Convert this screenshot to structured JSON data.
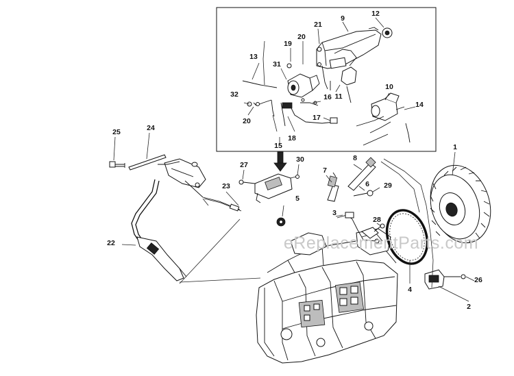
{
  "watermark": "eReplacementParts.com",
  "callouts": [
    {
      "key": "c1",
      "text": "1"
    },
    {
      "key": "c2",
      "text": "2"
    },
    {
      "key": "c3",
      "text": "3"
    },
    {
      "key": "c4",
      "text": "4"
    },
    {
      "key": "c5",
      "text": "5"
    },
    {
      "key": "c6",
      "text": "6"
    },
    {
      "key": "c7",
      "text": "7"
    },
    {
      "key": "c8",
      "text": "8"
    },
    {
      "key": "c9",
      "text": "9"
    },
    {
      "key": "c10",
      "text": "10"
    },
    {
      "key": "c11",
      "text": "11"
    },
    {
      "key": "c12",
      "text": "12"
    },
    {
      "key": "c13",
      "text": "13"
    },
    {
      "key": "c14",
      "text": "14"
    },
    {
      "key": "c15",
      "text": "15"
    },
    {
      "key": "c16",
      "text": "16"
    },
    {
      "key": "c17",
      "text": "17"
    },
    {
      "key": "c18",
      "text": "18"
    },
    {
      "key": "c19",
      "text": "19"
    },
    {
      "key": "c20a",
      "text": "20"
    },
    {
      "key": "c20b",
      "text": "20"
    },
    {
      "key": "c21",
      "text": "21"
    },
    {
      "key": "c22",
      "text": "22"
    },
    {
      "key": "c23",
      "text": "23"
    },
    {
      "key": "c24",
      "text": "24"
    },
    {
      "key": "c25",
      "text": "25"
    },
    {
      "key": "c26",
      "text": "26"
    },
    {
      "key": "c27",
      "text": "27"
    },
    {
      "key": "c28",
      "text": "28"
    },
    {
      "key": "c29",
      "text": "29"
    },
    {
      "key": "c30",
      "text": "30"
    },
    {
      "key": "c31",
      "text": "31"
    },
    {
      "key": "c32",
      "text": "32"
    }
  ]
}
